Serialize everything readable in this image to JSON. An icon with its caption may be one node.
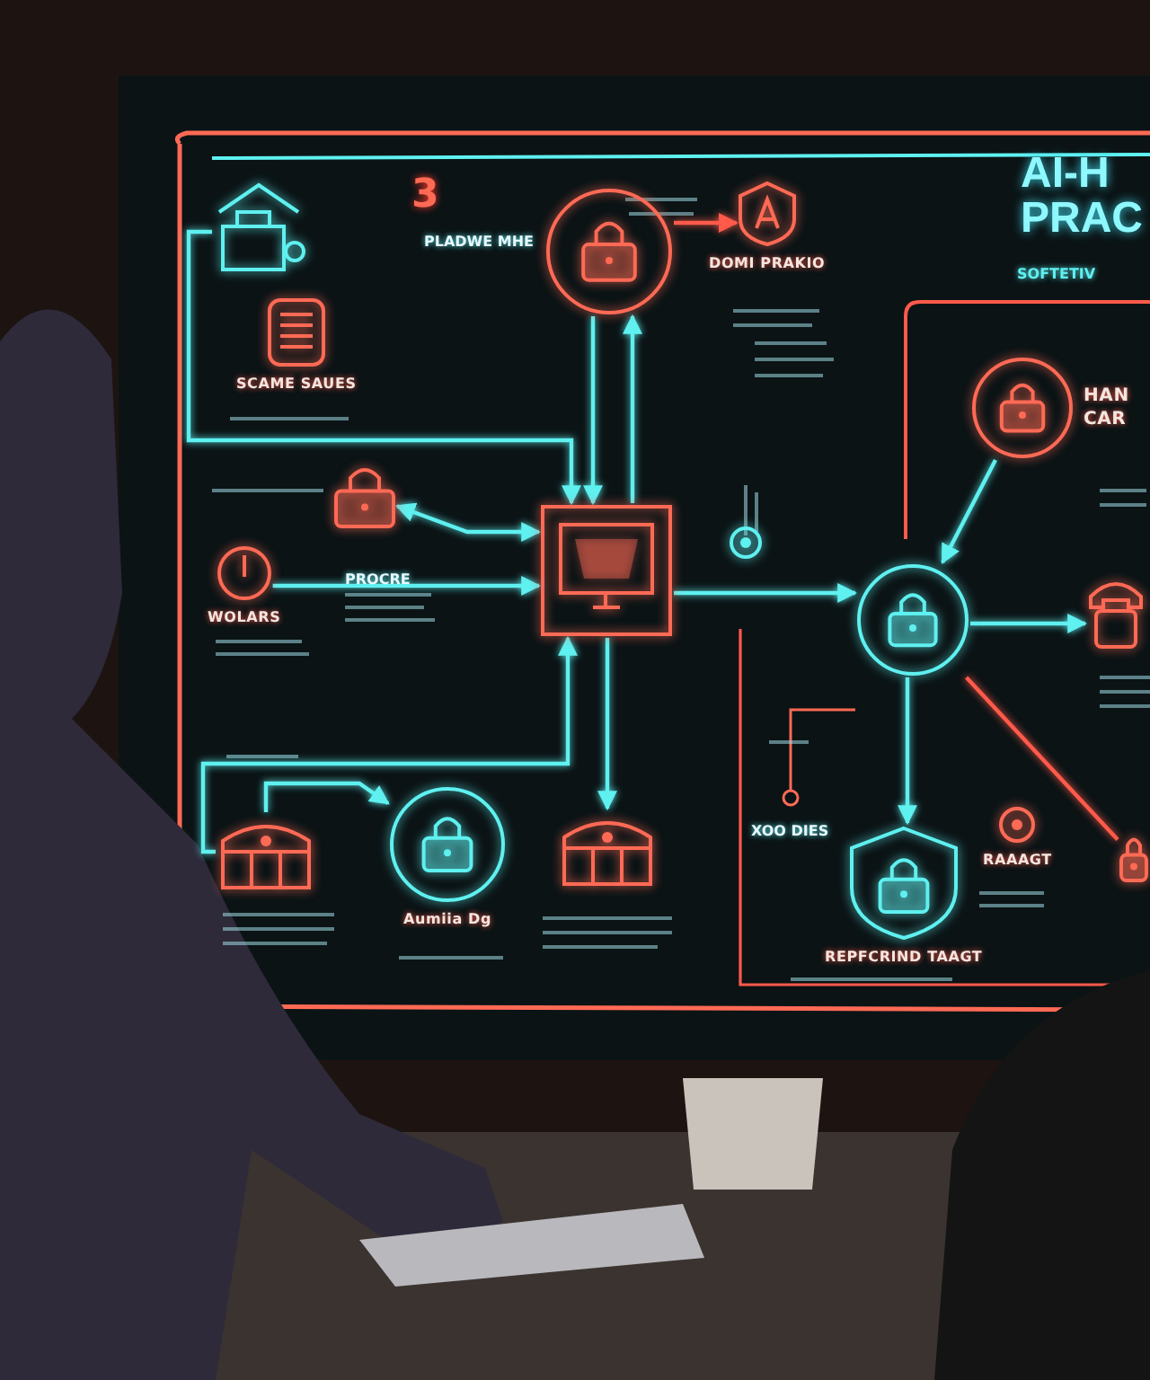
{
  "diagram": {
    "title": "AI-H PRAC",
    "nodes": [
      {
        "text": [],
        "shape": "picture"
      },
      {
        "text": [
          "SCAME SAUES"
        ]
      },
      {
        "text": [],
        "shape": "circle"
      },
      {
        "text": [
          "DOMI PRAKIO"
        ]
      },
      {
        "text": [],
        "shape": "picture"
      },
      {
        "text": [
          "WOLARS"
        ]
      },
      {
        "text": [],
        "shape": "picture"
      },
      {
        "text": [],
        "shape": "circle"
      },
      {
        "text": [
          "HAN CAR"
        ]
      },
      {
        "text": [],
        "shape": "circle"
      },
      {
        "text": [],
        "shape": "picture"
      },
      {
        "text": [],
        "shape": "picture"
      },
      {
        "text": [
          "Aumiia Dg"
        ]
      },
      {
        "text": [],
        "shape": "picture"
      },
      {
        "text": [
          "REPFCRIND TAAGT"
        ]
      },
      {
        "text": [
          "RAAAGT"
        ]
      },
      {
        "text": [],
        "shape": "picture"
      }
    ],
    "edges": [
      {
        "from": 0,
        "to": 6,
        "arrow": "to"
      },
      {
        "from": 2,
        "to": 6,
        "arrow": "to"
      },
      {
        "from": 6,
        "to": 2,
        "arrow": "to"
      },
      {
        "from": 2,
        "to": 3,
        "arrow": "to",
        "color": "#ff5a4a"
      },
      {
        "from": 4,
        "to": 6,
        "arrow": "both"
      },
      {
        "from": 5,
        "to": 6,
        "arrow": "to"
      },
      {
        "from": 6,
        "to": 9,
        "arrow": "to"
      },
      {
        "from": 8,
        "to": 9,
        "arrow": "to"
      },
      {
        "from": 9,
        "to": 10,
        "arrow": "to"
      },
      {
        "from": 6,
        "to": 13,
        "arrow": "to"
      },
      {
        "from": 11,
        "to": 6,
        "arrow": "to"
      },
      {
        "from": 11,
        "to": 12,
        "arrow": "to"
      },
      {
        "from": 9,
        "to": 14,
        "arrow": "to"
      },
      {
        "from": 9,
        "to": 16,
        "arrow": "none",
        "color": "#ff5a4a"
      }
    ],
    "labels": [
      "3",
      "PLADWE MHE",
      "PROCRE",
      "XOO DIES",
      "SOFTETIV"
    ]
  }
}
